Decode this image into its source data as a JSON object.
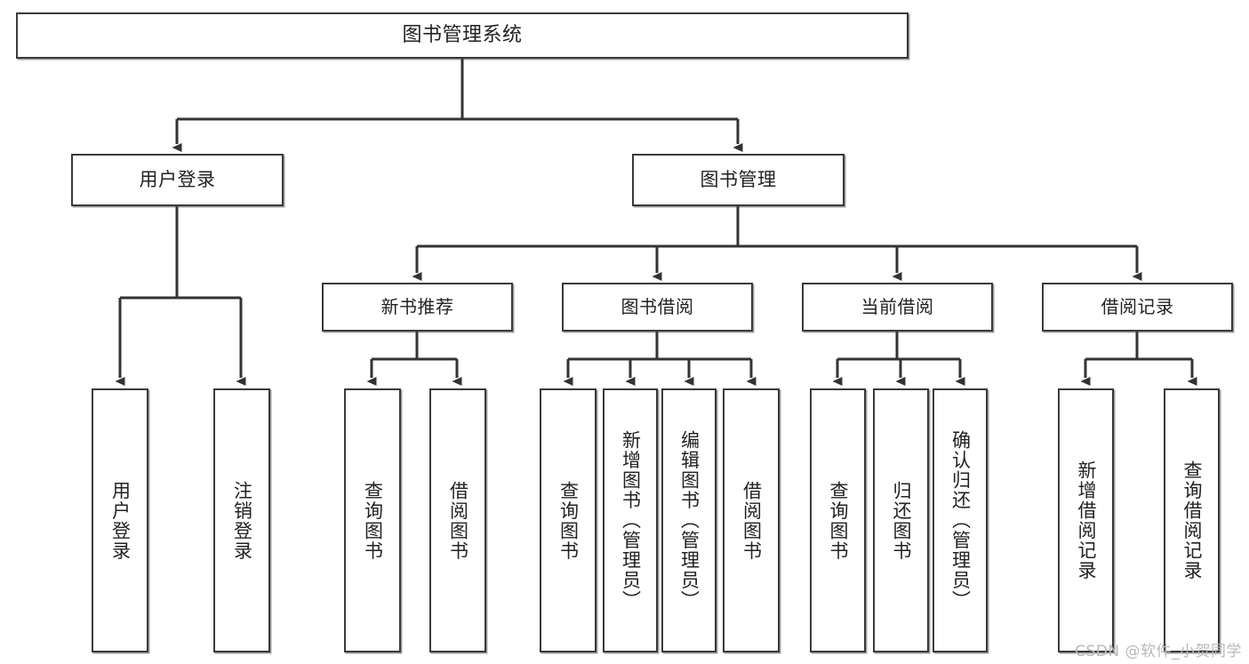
{
  "diagram": {
    "title": "图书管理系统",
    "type": "tree",
    "watermark": "CSDN @软件_小贺同学",
    "colors": {
      "box_border": "#3a3a3a",
      "box_fill": "#ffffff",
      "connector": "#333333",
      "text": "#222222",
      "watermark": "#b9b9b9",
      "background": "#ffffff"
    },
    "nodes": {
      "root": {
        "label": "图书管理系统"
      },
      "level2": [
        {
          "key": "user_login",
          "label": "用户登录"
        },
        {
          "key": "book_manage",
          "label": "图书管理"
        }
      ],
      "level3": [
        {
          "key": "new_book_rec",
          "label": "新书推荐"
        },
        {
          "key": "book_borrow",
          "label": "图书借阅"
        },
        {
          "key": "current_borrow",
          "label": "当前借阅"
        },
        {
          "key": "borrow_record",
          "label": "借阅记录"
        }
      ],
      "leaves": {
        "user_login": [
          {
            "label": "用户登录"
          },
          {
            "label": "注销登录"
          }
        ],
        "new_book_rec": [
          {
            "label": "查询图书"
          },
          {
            "label": "借阅图书"
          }
        ],
        "book_borrow": [
          {
            "label": "查询图书"
          },
          {
            "label": "新增图书（管理员）"
          },
          {
            "label": "编辑图书（管理员）"
          },
          {
            "label": "借阅图书"
          }
        ],
        "current_borrow": [
          {
            "label": "查询图书"
          },
          {
            "label": "归还图书"
          },
          {
            "label": "确认归还（管理员）"
          }
        ],
        "borrow_record": [
          {
            "label": "新增借阅记录"
          },
          {
            "label": "查询借阅记录"
          }
        ]
      }
    }
  }
}
